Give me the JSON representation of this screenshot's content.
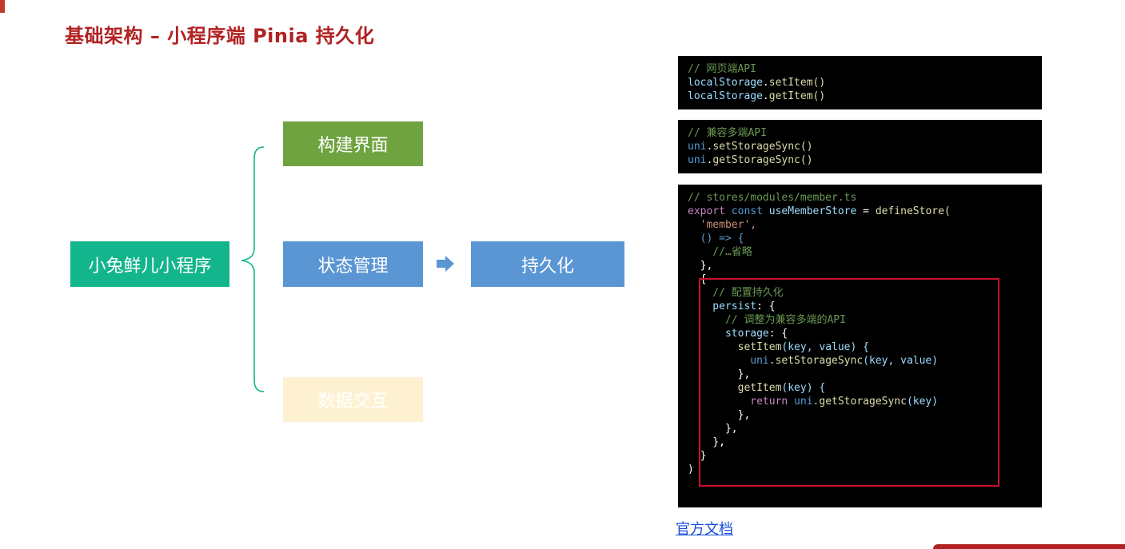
{
  "title": "基础架构 – 小程序端 Pinia 持久化",
  "mindmap": {
    "root": "小兔鲜儿小程序",
    "branch1": "构建界面",
    "branch2": "状态管理",
    "branch3": "数据交互",
    "target": "持久化"
  },
  "code_web": {
    "comment": "// 网页端API",
    "line1_obj": "localStorage",
    "line1_fn": "setItem()",
    "line2_obj": "localStorage",
    "line2_fn": "getItem()"
  },
  "code_uni": {
    "comment": "// 兼容多端API",
    "line1_obj": "uni",
    "line1_fn": "setStorageSync()",
    "line2_obj": "uni",
    "line2_fn": "getStorageSync()"
  },
  "code_store": {
    "l1": "// stores/modules/member.ts",
    "l2_export": "export",
    "l2_const": "const",
    "l2_name": "useMemberStore",
    "l2_eq": " = ",
    "l2_fn": "defineStore(",
    "l3": "  'member',",
    "l4": "  () => {",
    "l5": "    //…省略",
    "l6": "  },",
    "l7": "  {",
    "l8": "    // 配置持久化",
    "l9_key": "    persist",
    "l9_rest": ": {",
    "l10": "      // 调整为兼容多端的API",
    "l11_key": "      storage",
    "l11_rest": ": {",
    "l12_fn": "        setItem",
    "l12_args": "(key, value) {",
    "l13_obj": "          uni",
    "l13_fn": ".setStorageSync",
    "l13_args": "(key, value)",
    "l14": "        },",
    "l15_fn": "        getItem",
    "l15_args": "(key) {",
    "l16_ret": "          return",
    "l16_obj": " uni",
    "l16_fn": ".getStorageSync",
    "l16_args": "(key)",
    "l17": "        },",
    "l18": "      },",
    "l19": "    },",
    "l20": "  }",
    "l21": ")"
  },
  "doc_link": "官方文档"
}
